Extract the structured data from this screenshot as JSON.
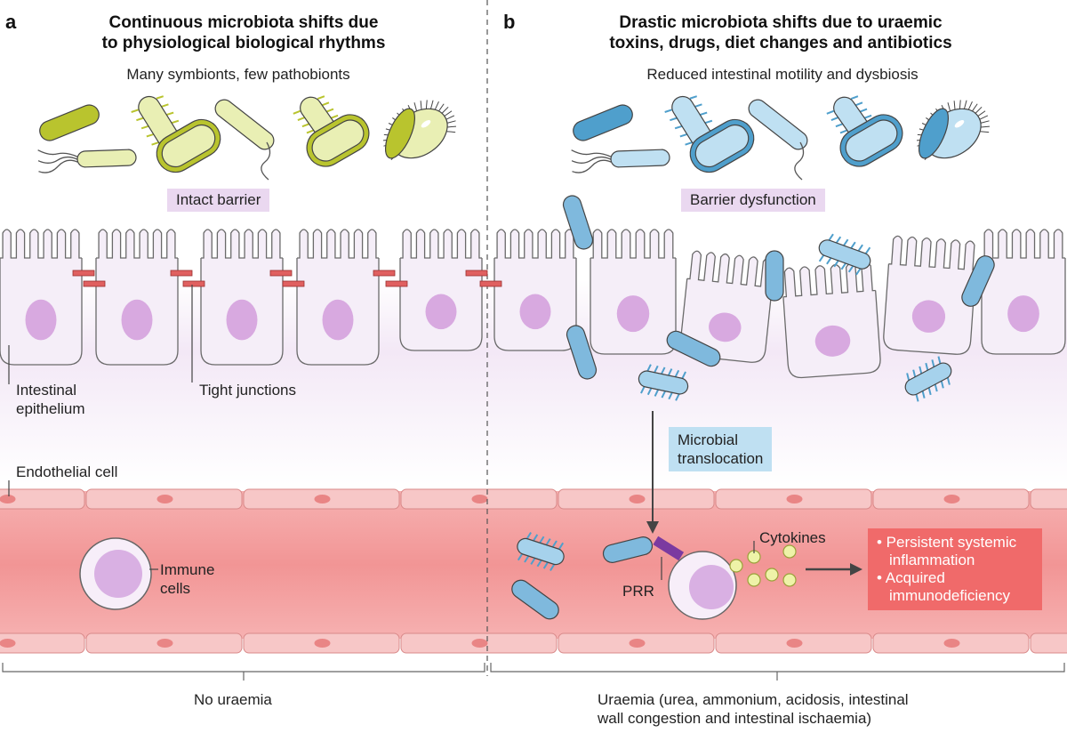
{
  "panel_a": {
    "letter": "a",
    "title_line1": "Continuous microbiota shifts due",
    "title_line2": "to physiological biological rhythms",
    "subtitle": "Many symbionts, few pathobionts",
    "barrier_label": "Intact barrier",
    "epithelium_label_line1": "Intestinal",
    "epithelium_label_line2": "epithelium",
    "tight_junctions_label": "Tight junctions",
    "endothelial_label": "Endothelial cell",
    "immune_label_line1": "Immune",
    "immune_label_line2": "cells",
    "footer": "No uraemia"
  },
  "panel_b": {
    "letter": "b",
    "title_line1": "Drastic microbiota shifts due to uraemic",
    "title_line2": "toxins, drugs, diet changes and antibiotics",
    "subtitle": "Reduced intestinal motility and dysbiosis",
    "barrier_label": "Barrier dysfunction",
    "translocation_line1": "Microbial",
    "translocation_line2": "translocation",
    "prr_label": "PRR",
    "cytokines_label": "Cytokines",
    "outcome_1": "• Persistent systemic",
    "outcome_1b": "inflammation",
    "outcome_2": "• Acquired",
    "outcome_2b": "immunodeficiency",
    "footer_line1": "Uraemia (urea, ammonium, acidosis, intestinal",
    "footer_line2": "wall congestion and intestinal ischaemia)"
  },
  "colors": {
    "symbiont_fill": "#e9efb4",
    "symbiont_dark": "#b9c42e",
    "pathobiont_fill": "#bfe0f2",
    "pathobiont_dark": "#4f9fcc",
    "cell_fill": "#f5eef8",
    "nucleus": "#d8a9e0",
    "vessel": "#f4a6a6",
    "junction": "#e06060",
    "tag_purple": "#ead8f0",
    "tag_blue": "#bfe0f2",
    "outcome_red": "#f06a6a"
  }
}
